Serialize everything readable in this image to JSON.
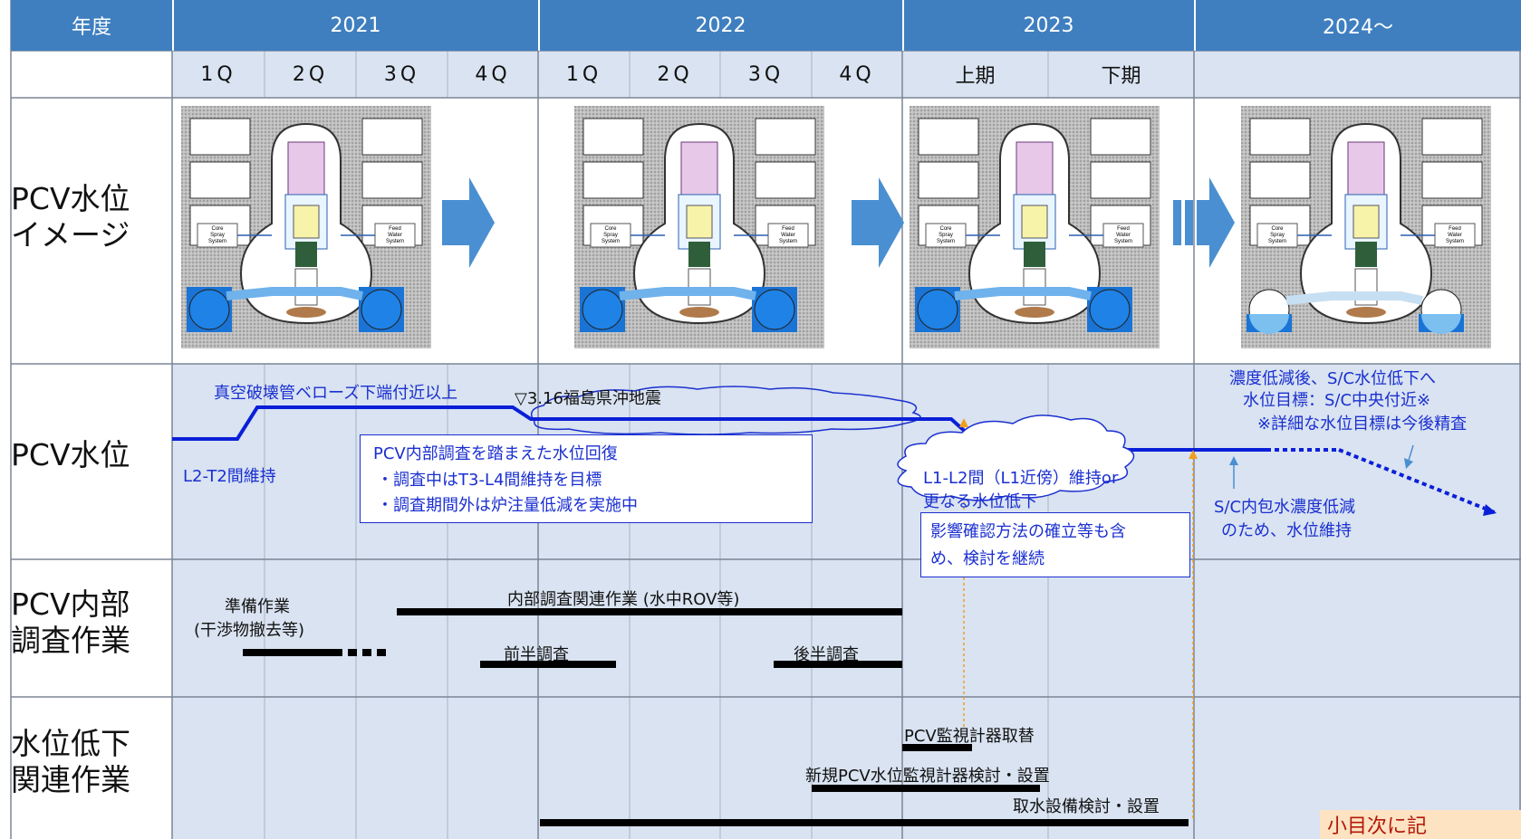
{
  "header": {
    "year_label": "年度",
    "years": [
      "2021",
      "2022",
      "2023",
      "2024～"
    ],
    "quarters": [
      "1Q",
      "2Q",
      "3Q",
      "4Q",
      "1Q",
      "2Q",
      "3Q",
      "4Q"
    ],
    "halves": [
      "上期",
      "下期"
    ]
  },
  "rows": {
    "image_row": [
      "PCV水位",
      "イメージ"
    ],
    "level_row": "PCV水位",
    "survey_row": [
      "PCV内部",
      "調査作業"
    ],
    "lowering_row": [
      "水位低下",
      "関連作業"
    ]
  },
  "reactor_labels": {
    "core_spray": [
      "Core",
      "Spray",
      "System"
    ],
    "feed_water": [
      "Feed",
      "Water",
      "System"
    ]
  },
  "level": {
    "above_bellows": "真空破壊管ベローズ下端付近以上",
    "earthquake": "▽3.16福島県沖地震",
    "maintain_l2t2": "L2-T2間維持",
    "recovery_box": [
      "PCV内部調査を踏まえた水位回復",
      "・調査中はT3-L4間維持を目標",
      "・調査期間外は炉注量低減を実施中"
    ],
    "l1l2_cloud": [
      "L1-L2間（L1近傍）維持or",
      "更なる水位低下"
    ],
    "impact_box": [
      "影響確認方法の確立等も含",
      "め、検討を継続"
    ],
    "future_note": [
      "濃度低減後、S/C水位低下へ",
      "水位目標：S/C中央付近※",
      "※詳細な水位目標は今後精査"
    ],
    "sc_note": [
      "S/C内包水濃度低減",
      "のため、水位維持"
    ]
  },
  "survey": {
    "prep": [
      "準備作業",
      "(干渉物撤去等)"
    ],
    "internal": "内部調査関連作業 (水中ROV等)",
    "first_half": "前半調査",
    "second_half": "後半調査"
  },
  "lowering": {
    "monitor_replace": "PCV監視計器取替",
    "new_monitor": "新規PCV水位監視計器検討・設置",
    "intake": "取水設備検討・設置"
  },
  "corner_note": "小目次に記",
  "colors": {
    "header_blue": "#3f7fc0",
    "cell_light": "#d9e3f1",
    "level_line": "#0a1fd8",
    "arrow_blue": "#4a8fd1"
  }
}
